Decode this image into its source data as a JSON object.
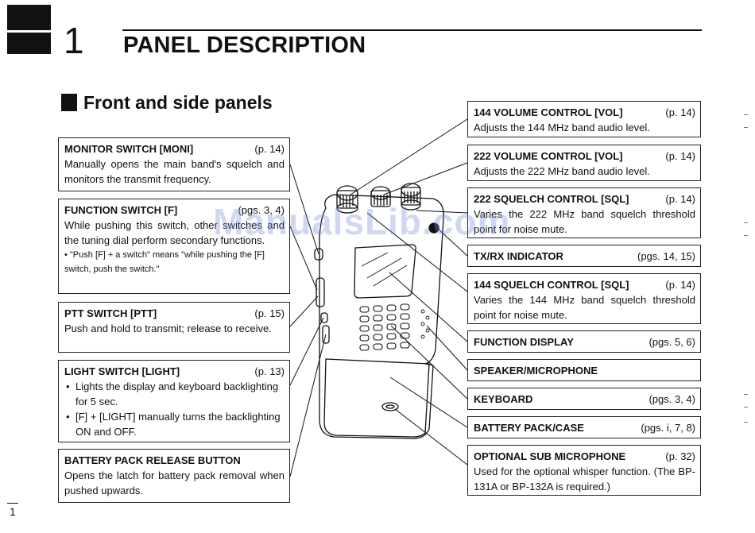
{
  "chapter": {
    "number": "1",
    "title": "PANEL DESCRIPTION"
  },
  "section": {
    "title": "Front and side panels"
  },
  "watermark": "ManualsLib.com",
  "page_number": "1",
  "left_boxes": [
    {
      "title": "MONITOR SWITCH [MONI]",
      "page": "(p. 14)",
      "body": "Manually opens the main band's squelch and monitors the transmit frequency."
    },
    {
      "title": "FUNCTION SWITCH [F]",
      "page": "(pgs. 3, 4)",
      "body": "While pushing this switch, other switches and the tuning dial perform secondary functions.",
      "note": "• \"Push [F] + a switch\" means \"while pushing the [F] switch, push the switch.\""
    },
    {
      "title": "PTT SWITCH [PTT]",
      "page": "(p. 15)",
      "body": "Push and hold to transmit; release to receive."
    },
    {
      "title": "LIGHT SWITCH [LIGHT]",
      "page": "(p. 13)",
      "bullets": [
        "Lights the display and keyboard backlighting for 5 sec.",
        "[F] + [LIGHT] manually turns the backlighting ON and OFF."
      ]
    },
    {
      "title": "BATTERY PACK RELEASE BUTTON",
      "page": "",
      "body": "Opens the latch for battery pack removal when pushed upwards."
    }
  ],
  "right_boxes": [
    {
      "title": "144 VOLUME CONTROL [VOL]",
      "page": "(p. 14)",
      "body": "Adjusts the 144 MHz band audio level."
    },
    {
      "title": "222 VOLUME CONTROL [VOL]",
      "page": "(p. 14)",
      "body": "Adjusts the 222 MHz band audio level."
    },
    {
      "title": "222 SQUELCH CONTROL [SQL]",
      "page": "(p. 14)",
      "body": "Varies the 222 MHz band squelch threshold point for noise mute."
    },
    {
      "title": "TX/RX INDICATOR",
      "page": "(pgs. 14, 15)",
      "body": ""
    },
    {
      "title": "144 SQUELCH CONTROL [SQL]",
      "page": "(p. 14)",
      "body": "Varies the 144 MHz band squelch threshold point for noise mute."
    },
    {
      "title": "FUNCTION DISPLAY",
      "page": "(pgs. 5, 6)",
      "body": ""
    },
    {
      "title": "SPEAKER/MICROPHONE",
      "page": "",
      "body": ""
    },
    {
      "title": "KEYBOARD",
      "page": "(pgs. 3, 4)",
      "body": ""
    },
    {
      "title": "BATTERY PACK/CASE",
      "page": "(pgs. i, 7, 8)",
      "body": ""
    },
    {
      "title": "OPTIONAL SUB MICROPHONE",
      "page": "(p. 32)",
      "body": "Used for the optional whisper function. (The BP-131A or BP-132A is required.)"
    }
  ]
}
